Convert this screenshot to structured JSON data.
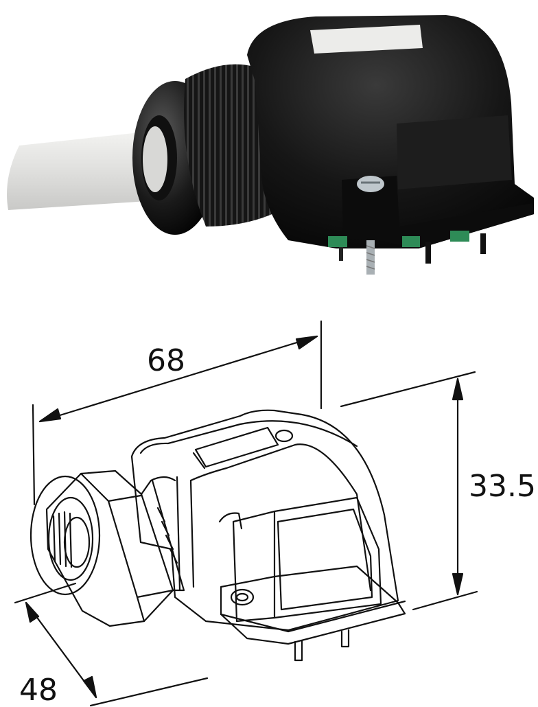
{
  "dimensions": {
    "width_label": "68",
    "height_label": "33.5",
    "depth_label": "48"
  },
  "colors": {
    "housing": "#141414",
    "cable": "#e2e2e0",
    "label_patch": "#ececea",
    "terminal": "#2e8b57",
    "line": "#111111"
  }
}
